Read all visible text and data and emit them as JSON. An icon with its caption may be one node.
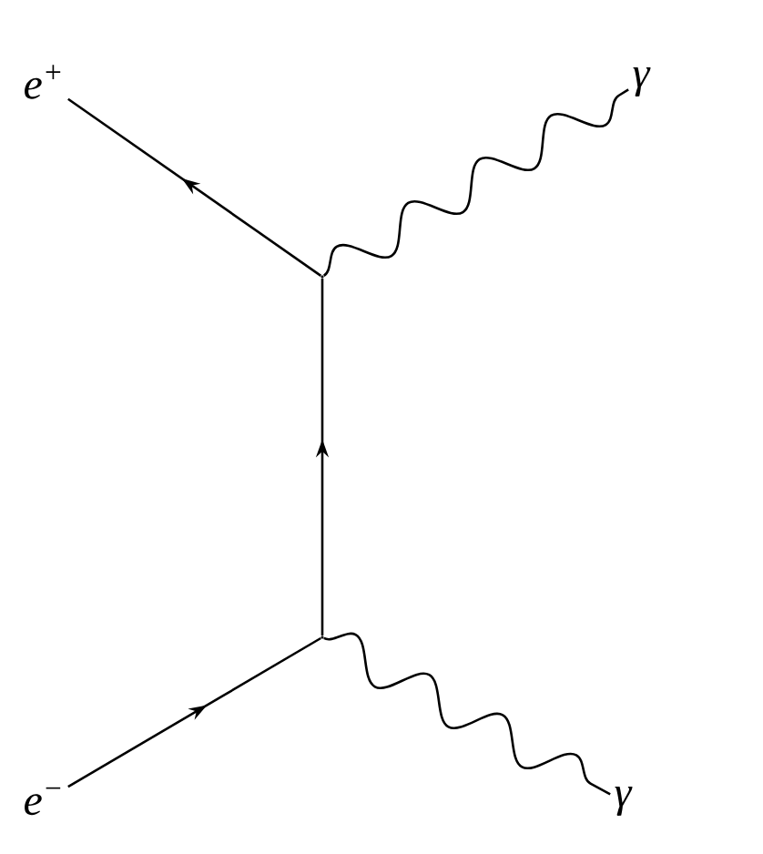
{
  "diagram": {
    "nodes": [
      {
        "text": [
          "e$^{+}$"
        ]
      },
      {
        "text": [
          "γ"
        ]
      },
      {
        "text": [],
        "shape": "point"
      },
      {
        "text": [],
        "shape": "point"
      },
      {
        "text": [
          "e$^{−}$"
        ]
      },
      {
        "text": [
          "γ"
        ]
      }
    ],
    "edges": [
      {
        "from": 2,
        "to": 0,
        "arrow": "to"
      },
      {
        "from": 2,
        "to": 1,
        "arrow": "none"
      },
      {
        "from": 3,
        "to": 2,
        "arrow": "to"
      },
      {
        "from": 4,
        "to": 3,
        "arrow": "to"
      },
      {
        "from": 3,
        "to": 5,
        "arrow": "none"
      }
    ]
  }
}
